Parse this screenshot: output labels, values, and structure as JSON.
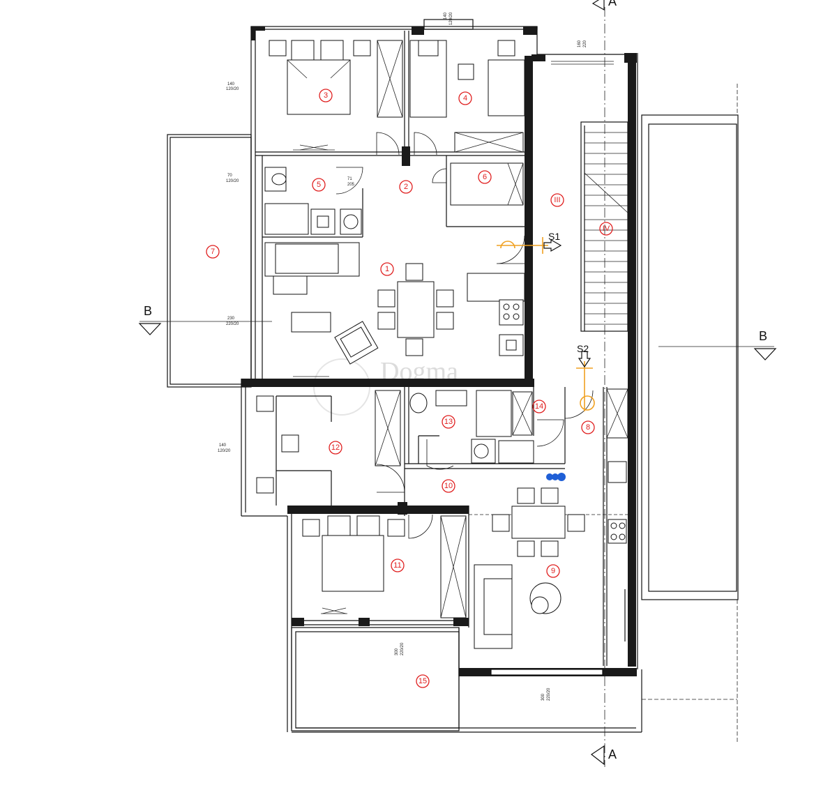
{
  "section_marks": {
    "a_top": "A",
    "a_bottom": "A",
    "b_left": "B",
    "b_right": "B"
  },
  "stair_labels": {
    "s1": "S1",
    "s2": "S2"
  },
  "watermark": "Dogma",
  "rooms": [
    {
      "id": "r1",
      "label": "1"
    },
    {
      "id": "r2",
      "label": "2"
    },
    {
      "id": "r3",
      "label": "3"
    },
    {
      "id": "r4",
      "label": "4"
    },
    {
      "id": "r5",
      "label": "5"
    },
    {
      "id": "r6",
      "label": "6"
    },
    {
      "id": "r7",
      "label": "7"
    },
    {
      "id": "r8",
      "label": "8"
    },
    {
      "id": "r9",
      "label": "9"
    },
    {
      "id": "r10",
      "label": "10"
    },
    {
      "id": "r11",
      "label": "11"
    },
    {
      "id": "r12",
      "label": "12"
    },
    {
      "id": "r13",
      "label": "13"
    },
    {
      "id": "r14",
      "label": "14"
    },
    {
      "id": "r15",
      "label": "15"
    },
    {
      "id": "riii",
      "label": "III"
    },
    {
      "id": "riv",
      "label": "IV"
    }
  ],
  "dimensions": {
    "d1": "140",
    "d2": "120/20",
    "d3": "160",
    "d4": "220",
    "d5": "140",
    "d6": "120/20",
    "d7": "70",
    "d8": "120/20",
    "d9": "230",
    "d10": "220/20",
    "d11": "71",
    "d12": "205",
    "d13": "140",
    "d14": "120/20",
    "d15": "300",
    "d16": "220/20",
    "d17": "300",
    "d18": "220/20"
  },
  "colors": {
    "room_marker": "#e02020",
    "stair_marker": "#f0a020",
    "indicator": "#1f5fd6",
    "walls": "#1a1a1a"
  }
}
